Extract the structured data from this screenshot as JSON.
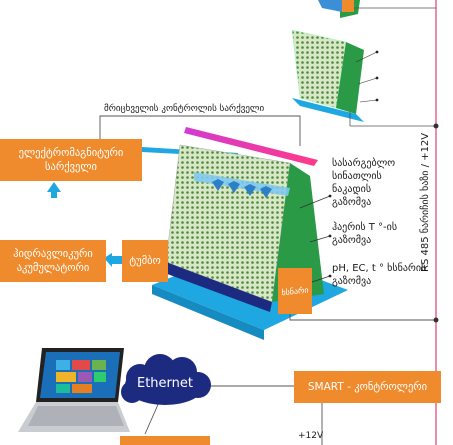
{
  "labels": {
    "controller_box": "მრიცხველის კონტროლის სარქველი",
    "lighting": "სასარგებლო სინათლის ნაკადის გაზომვა",
    "air_temp": "ჰაერის T °-ის გაზომვა",
    "solution": "pH, EC, t ° ხსნარის გაზომვა",
    "bus": "RS 485 ნარიჩის ხაზი / +12V",
    "power": "+12V"
  },
  "boxes": {
    "valve": "ელექტრომაგნიტური სარქველი",
    "accumulator": "ჰიდრავლიკური აკუმულატორი",
    "pump": "ტუმბო",
    "smart": "SMART - კონტროლერი",
    "sensor_unit": "ხსნარი"
  },
  "cloud": {
    "ethernet": "Ethernet"
  },
  "colors": {
    "orange": "#ef8b2c",
    "blue": "#1ea7e1",
    "navy": "#1c2a80",
    "green": "#2a9a46"
  }
}
